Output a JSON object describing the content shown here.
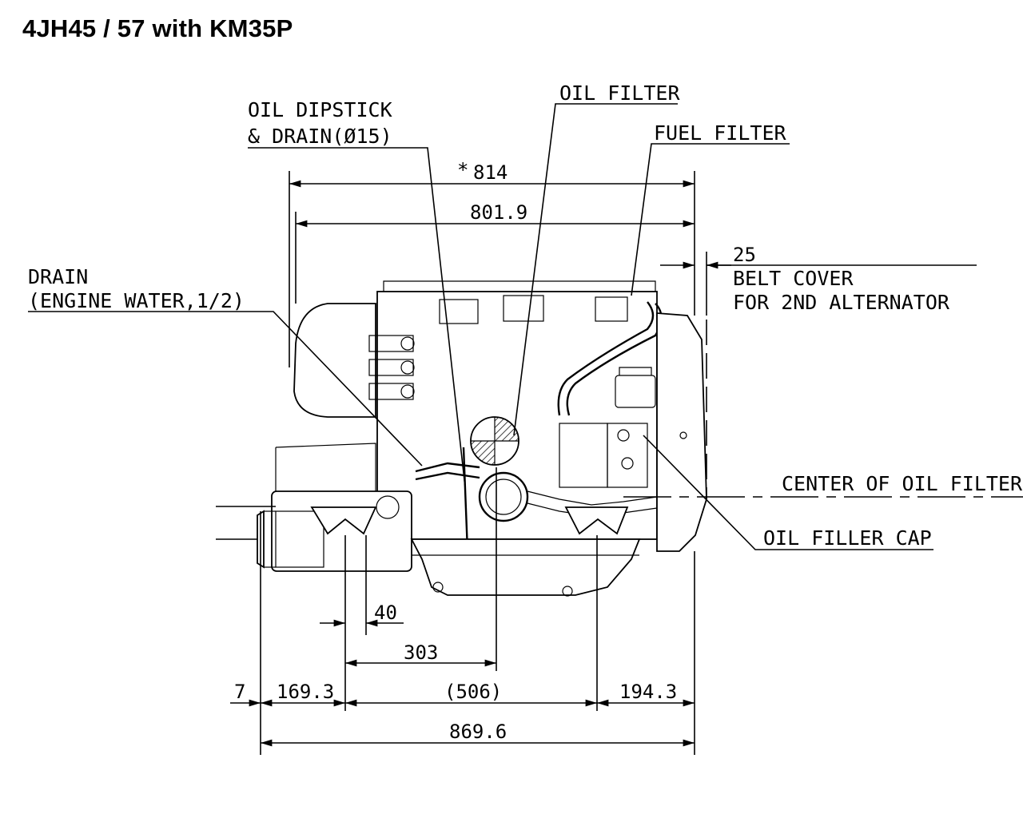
{
  "title": "4JH45 / 57 with KM35P",
  "labels": {
    "oil_dipstick_line1": "OIL DIPSTICK",
    "oil_dipstick_line2": "& DRAIN(Ø15)",
    "oil_filter": "OIL FILTER",
    "fuel_filter": "FUEL FILTER",
    "drain_line1": "DRAIN",
    "drain_line2": "(ENGINE WATER,1/2)",
    "belt_cover_line1": "BELT COVER",
    "belt_cover_line2": "FOR 2ND ALTERNATOR",
    "center_of_oil_filter": "CENTER OF OIL FILTER",
    "oil_filler_cap": "OIL FILLER CAP"
  },
  "dimensions": {
    "d814_mark": "*",
    "d814": "814",
    "d801_9": "801.9",
    "d25": "25",
    "d40": "40",
    "d303": "303",
    "d7": "7",
    "d169_3": "169.3",
    "d506": "(506)",
    "d194_3": "194.3",
    "d869_6": "869.6"
  }
}
